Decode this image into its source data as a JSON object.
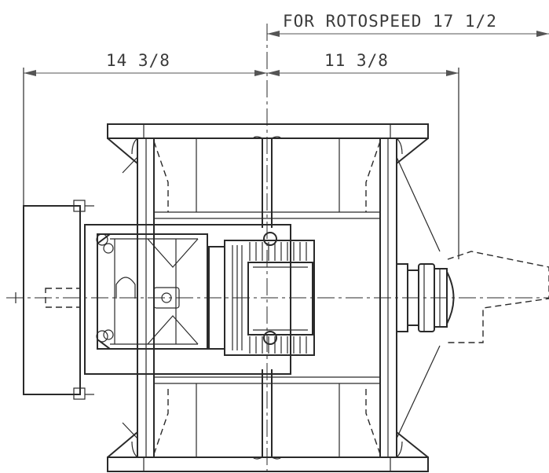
{
  "dimensions": {
    "rotospeed_label": "FOR ROTOSPEED 17 1/2",
    "left_width": "14 3/8",
    "right_width": "11 3/8"
  }
}
